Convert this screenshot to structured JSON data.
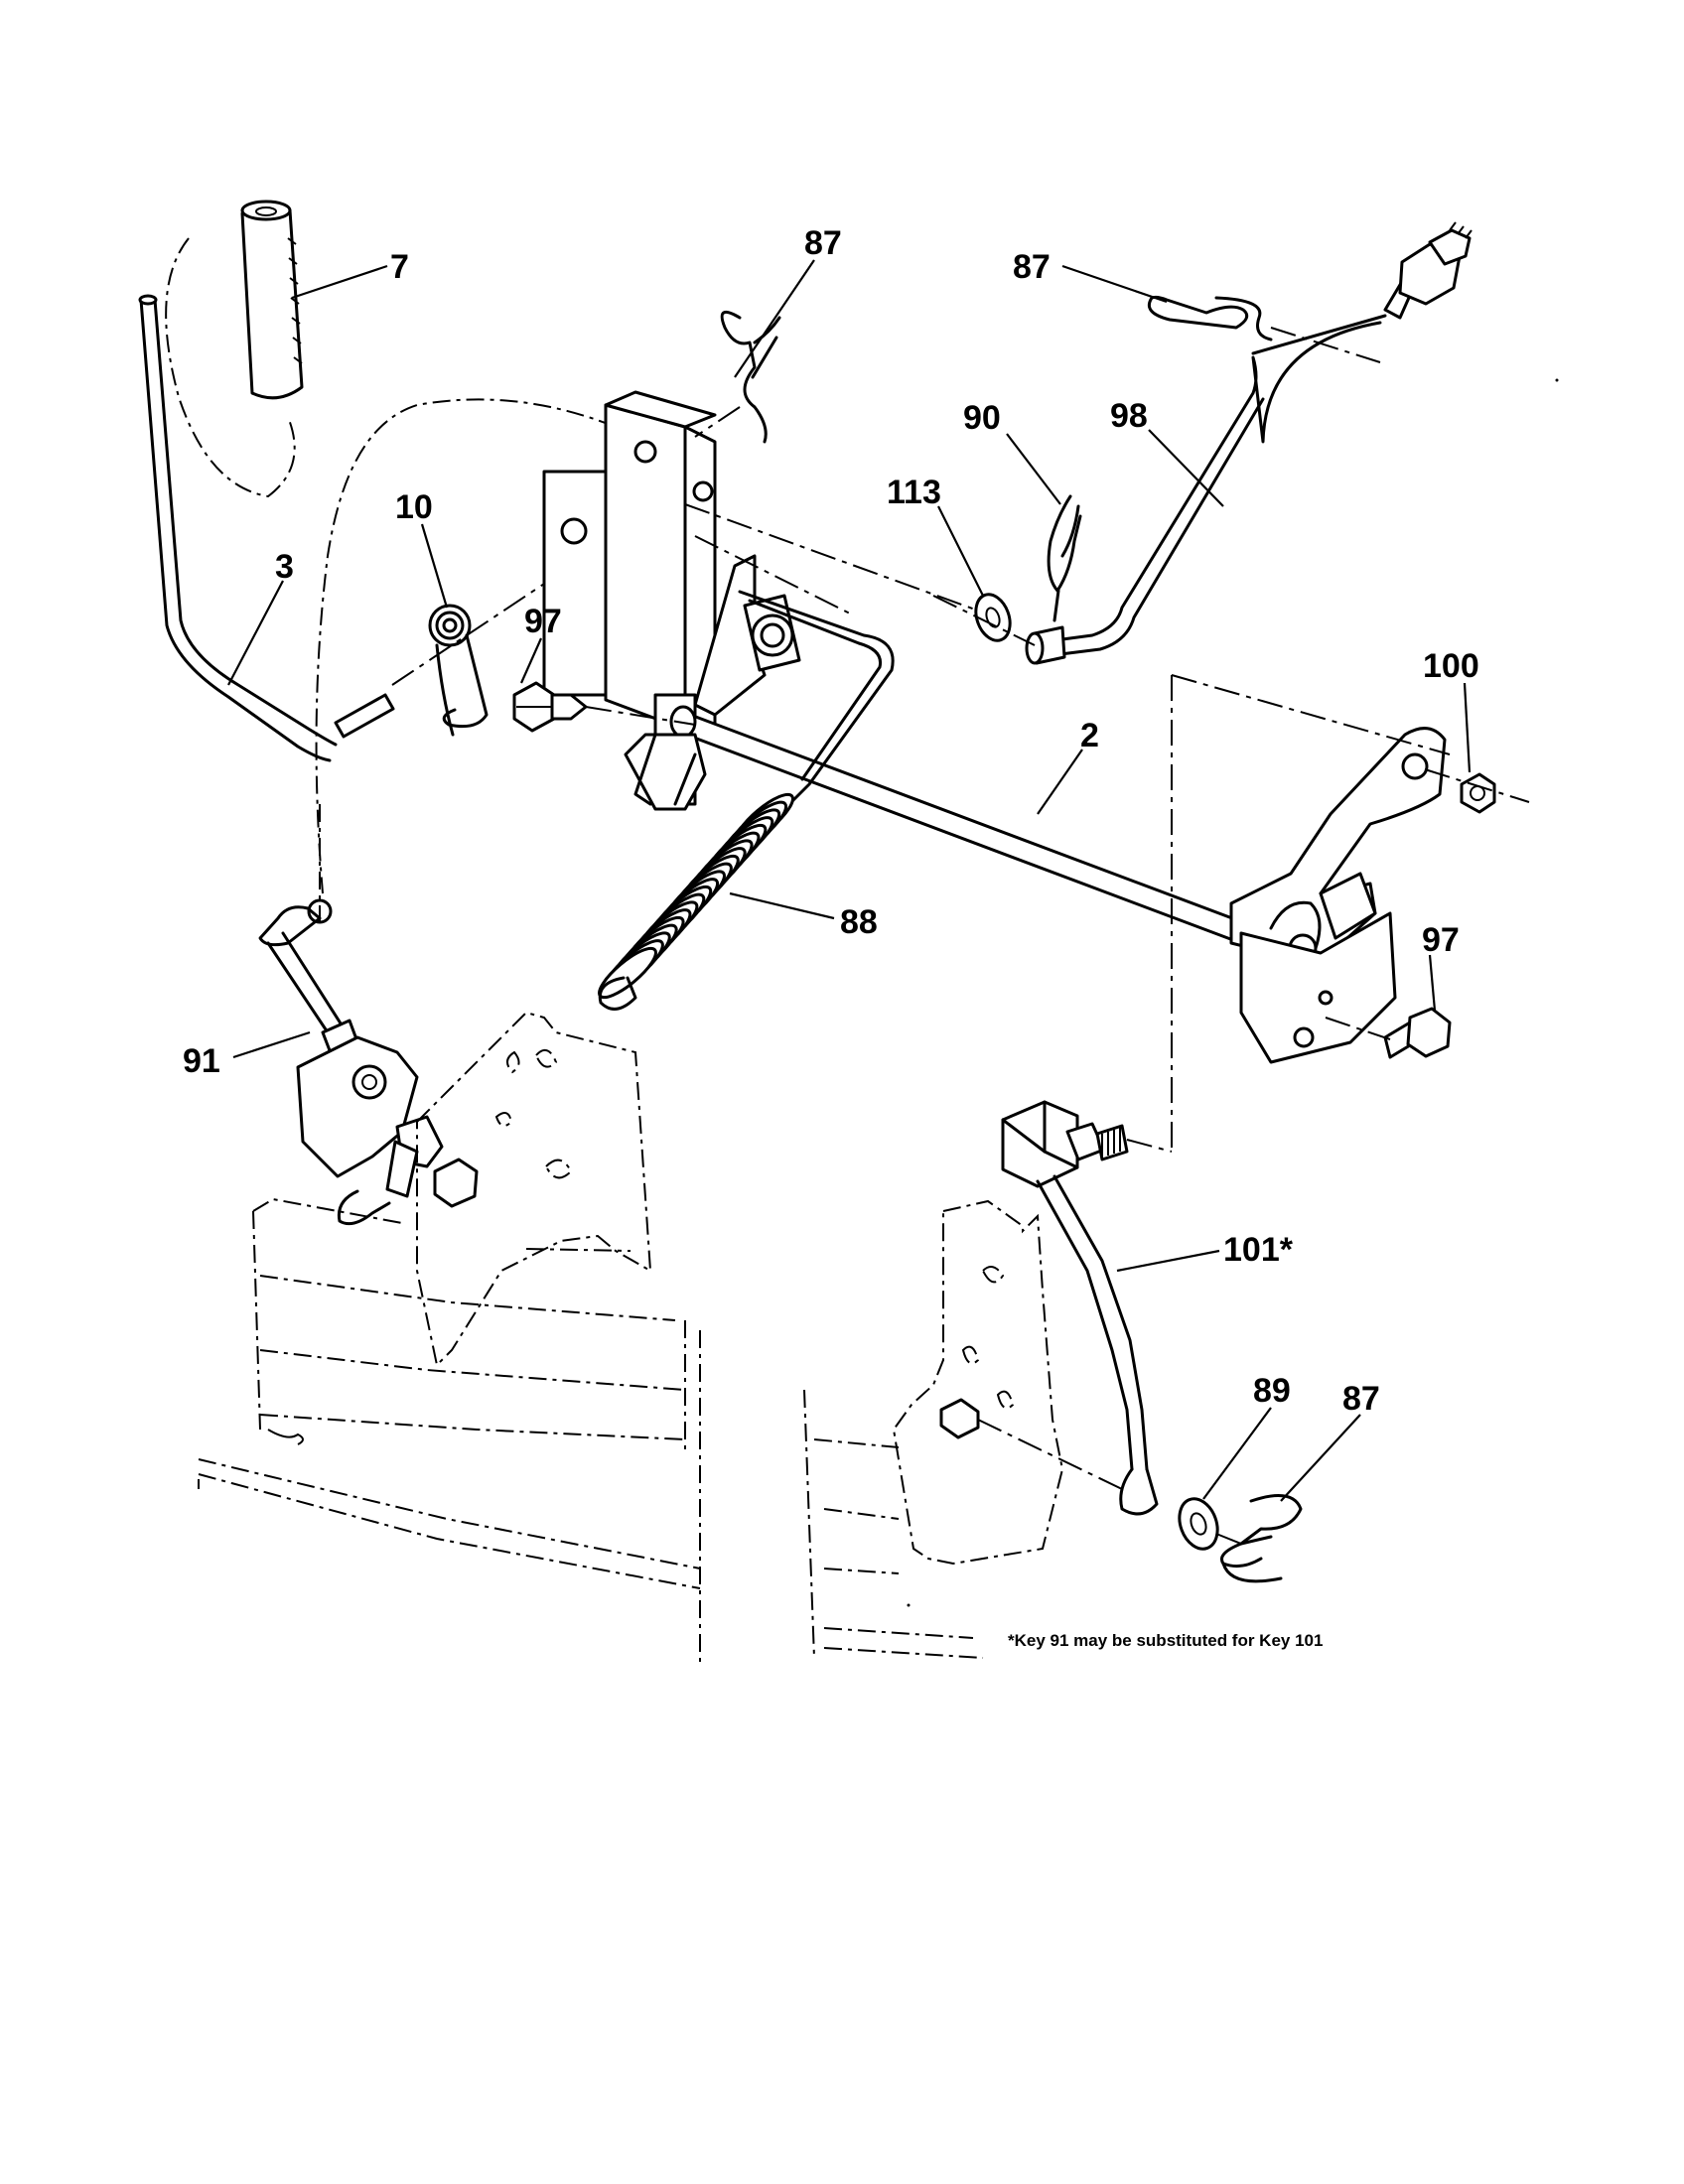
{
  "callouts": [
    {
      "id": "c7",
      "text": "7"
    },
    {
      "id": "c87a",
      "text": "87"
    },
    {
      "id": "c87b",
      "text": "87"
    },
    {
      "id": "c90",
      "text": "90"
    },
    {
      "id": "c98",
      "text": "98"
    },
    {
      "id": "c113",
      "text": "113"
    },
    {
      "id": "c10",
      "text": "10"
    },
    {
      "id": "c3",
      "text": "3"
    },
    {
      "id": "c97a",
      "text": "97"
    },
    {
      "id": "c100",
      "text": "100"
    },
    {
      "id": "c2",
      "text": "2"
    },
    {
      "id": "c88",
      "text": "88"
    },
    {
      "id": "c97b",
      "text": "97"
    },
    {
      "id": "c91",
      "text": "91"
    },
    {
      "id": "c101",
      "text": "101*"
    },
    {
      "id": "c89",
      "text": "89"
    },
    {
      "id": "c87c",
      "text": "87"
    }
  ],
  "footnote": "*Key 91 may be substituted for Key 101"
}
